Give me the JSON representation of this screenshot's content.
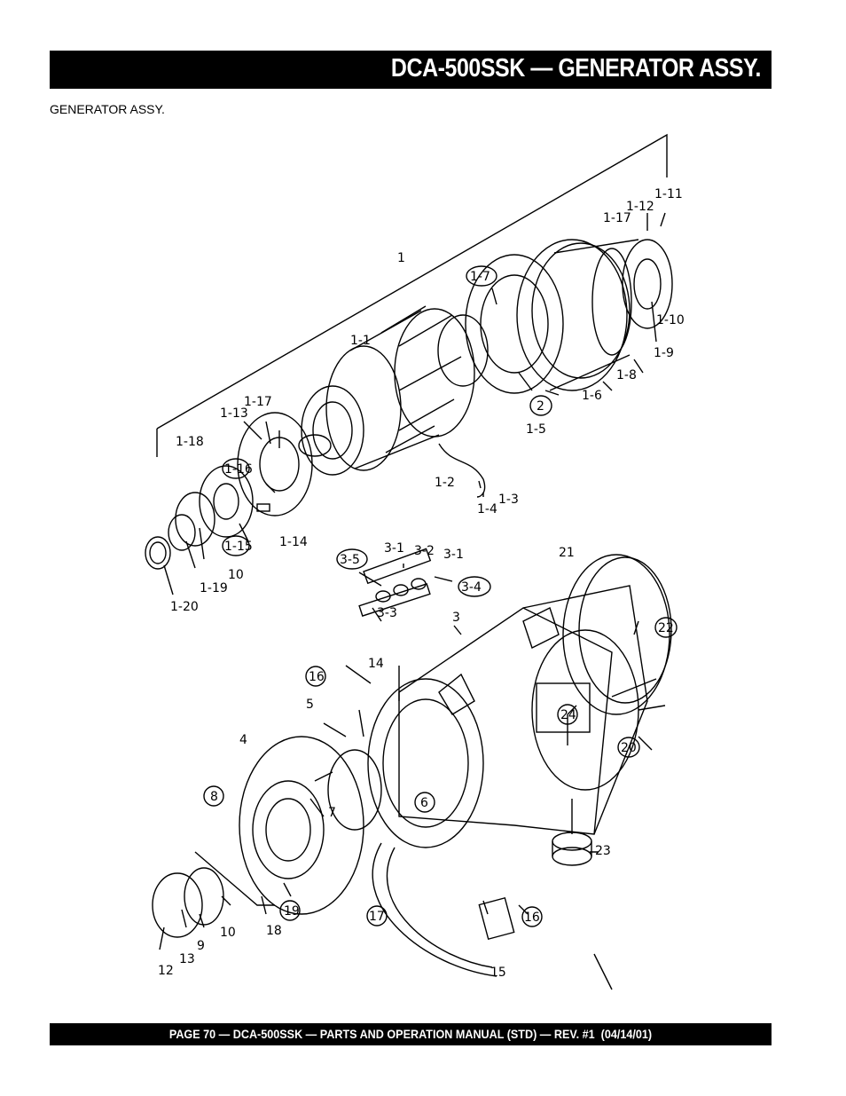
{
  "header": {
    "title": "DCA-500SSK — GENERATOR ASSY."
  },
  "section": {
    "subtitle": "GENERATOR ASSY."
  },
  "diagram": {
    "labels": {
      "p1": "1",
      "p1_1": "1-1",
      "p1_2": "1-2",
      "p1_3": "1-3",
      "p1_4": "1-4",
      "p1_5": "1-5",
      "p1_6": "1-6",
      "p1_7": "1-7",
      "p1_8": "1-8",
      "p1_9": "1-9",
      "p1_10": "1-10",
      "p1_11": "1-11",
      "p1_12": "1-12",
      "p1_13": "1-13",
      "p1_14": "1-14",
      "p1_15": "1-15",
      "p1_16": "1-16",
      "p1_17a": "1-17",
      "p1_17b": "1-17",
      "p1_18": "1-18",
      "p1_19": "1-19",
      "p1_20": "1-20",
      "p2": "2",
      "p3": "3",
      "p3_1a": "3-1",
      "p3_1b": "3-1",
      "p3_2": "3-2",
      "p3_3": "3-3",
      "p3_4": "3-4",
      "p3_5": "3-5",
      "p4": "4",
      "p5": "5",
      "p6": "6",
      "p7": "7",
      "p8": "8",
      "p9": "9",
      "p10a": "10",
      "p10b": "10",
      "p12": "12",
      "p13": "13",
      "p14": "14",
      "p15": "15",
      "p16a": "16",
      "p16b": "16",
      "p17": "17",
      "p18": "18",
      "p19": "19",
      "p20": "20",
      "p21": "21",
      "p22": "22",
      "p23": "23",
      "p24": "24"
    }
  },
  "footer": {
    "text": "PAGE 70 — DCA-500SSK — PARTS AND OPERATION MANUAL (STD) — REV. #1  (04/14/01)"
  }
}
